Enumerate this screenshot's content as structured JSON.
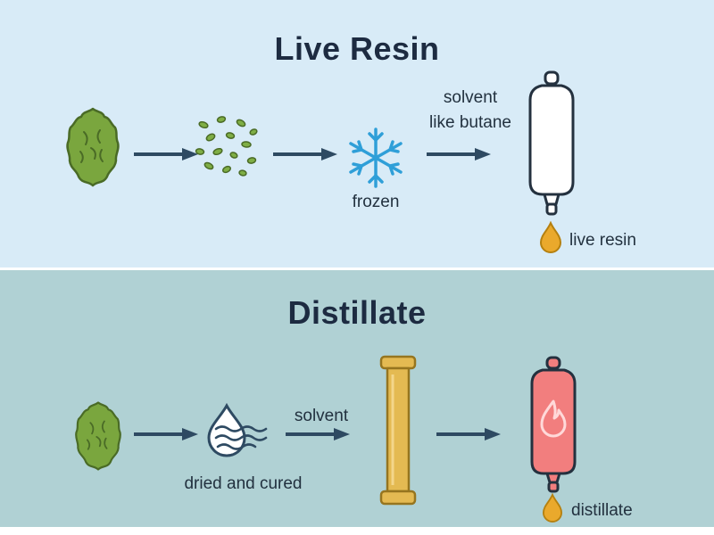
{
  "colors": {
    "top_background": "#d8ebf7",
    "bottom_background": "#b0d1d4",
    "title_text": "#1d2b41",
    "label_text": "#22313f",
    "arrow": "#2e4a62",
    "snowflake_blue": "#2f9fd8",
    "bud_green": "#7aa63e",
    "bud_outline": "#4a6b26",
    "droplet_amber": "#eaa92c",
    "column_gold": "#e4ba52",
    "vessel_pink": "#f27e7e",
    "vessel_outline": "#24313f"
  },
  "live_resin_panel": {
    "title": "Live Resin",
    "solvent_line1": "solvent",
    "solvent_line2": "like butane",
    "frozen_label": "frozen",
    "output_label": "live resin"
  },
  "distillate_panel": {
    "title": "Distillate",
    "dried_label": "dried and cured",
    "solvent_label": "solvent",
    "output_label": "distillate"
  },
  "icons": {
    "live_resin_flow": [
      "cannabis-bud-icon",
      "arrow-right-icon",
      "ground-cannabis-icon",
      "arrow-right-icon",
      "snowflake-icon",
      "arrow-right-icon",
      "extraction-vessel-icon",
      "resin-droplet-icon"
    ],
    "distillate_flow": [
      "cannabis-bud-icon",
      "arrow-right-icon",
      "drying-droplet-icon",
      "arrow-right-icon",
      "distillation-column-icon",
      "arrow-right-icon",
      "heated-vessel-flame-icon",
      "resin-droplet-icon"
    ]
  }
}
